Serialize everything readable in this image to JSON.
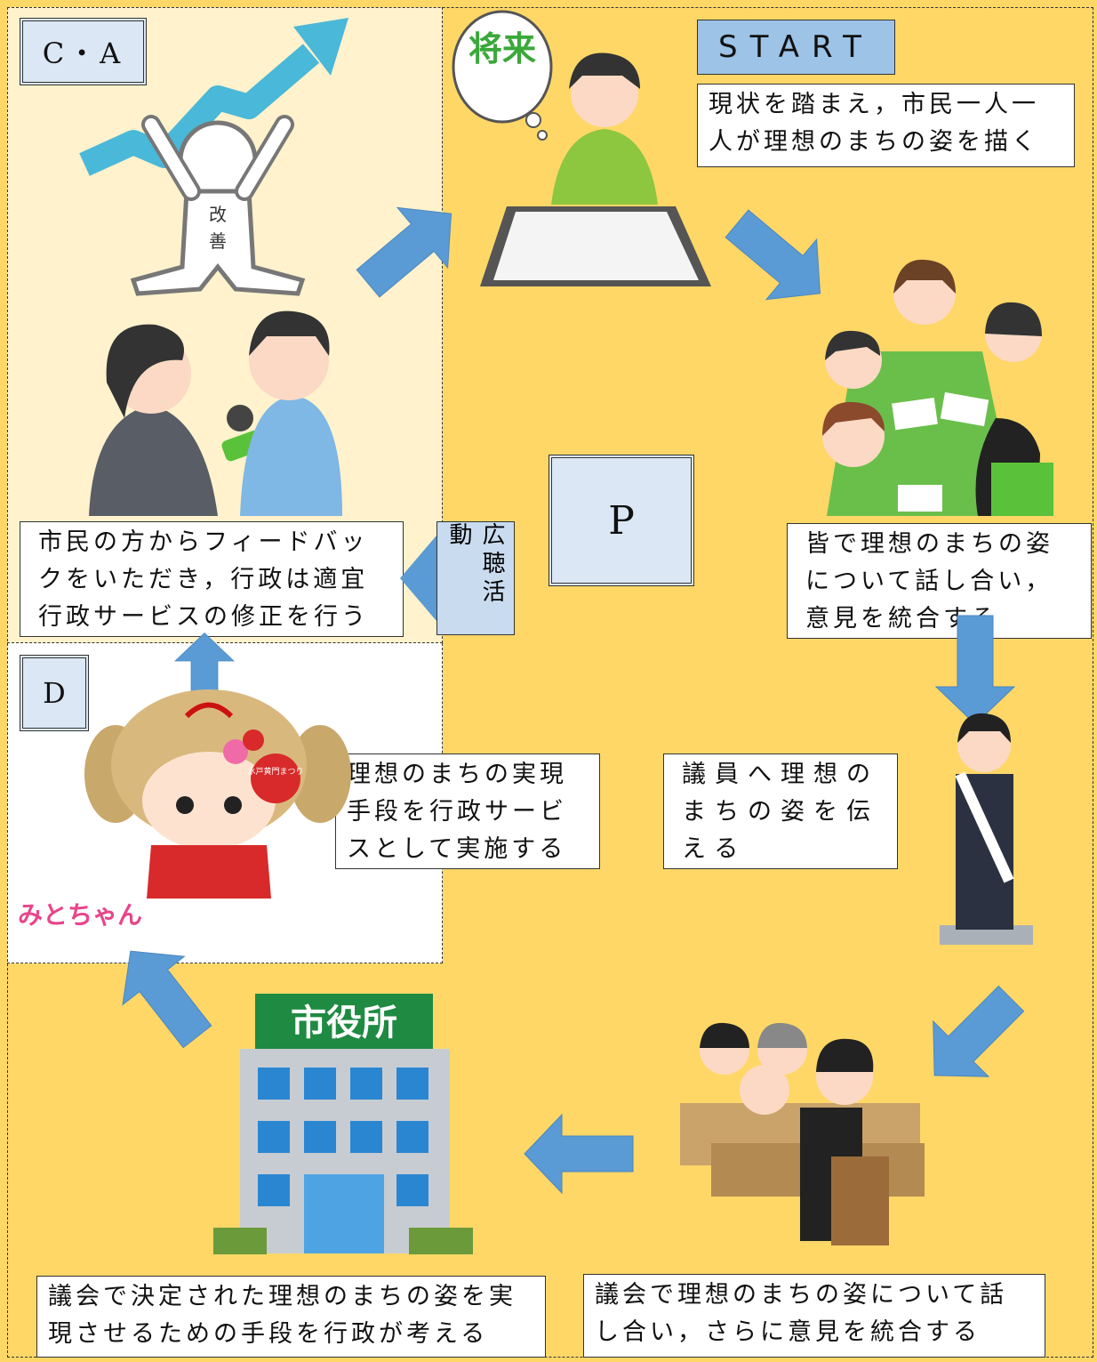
{
  "labels": {
    "ca": "C・A",
    "d": "D",
    "p": "P",
    "start": "START"
  },
  "steps": {
    "start_text": "現状を踏まえ，市民一人一人が理想のまちの姿を描く",
    "discuss": "皆で理想のまちの姿について話し合い，意見を統合する",
    "tell": "議員へ理想のまちの姿を伝える",
    "assembly": "議会で理想のまちの姿について話し合い，さらに意見を統合する",
    "admin_plan": "議会で決定された理想のまちの姿を実現させるための手段を行政が考える",
    "implement": "理想のまちの実現手段を行政サービスとして実施する",
    "feedback": "市民の方からフィードバックをいただき，行政は適宜行政サービスの修正を行う"
  },
  "kouhou": "広聴活動",
  "illustrations": {
    "thought_bubble": "将来",
    "improve_figure": "改善",
    "city_hall_sign": "市役所",
    "mascot_fan": "水戸黄門まつり",
    "mascot_name": "みとちゃん"
  },
  "colors": {
    "arrow": "#5b9bd5",
    "background": "#fed767",
    "ca_zone": "#fff2cc",
    "label_box": "#dbe7f5",
    "start_box": "#9dc3e6"
  }
}
